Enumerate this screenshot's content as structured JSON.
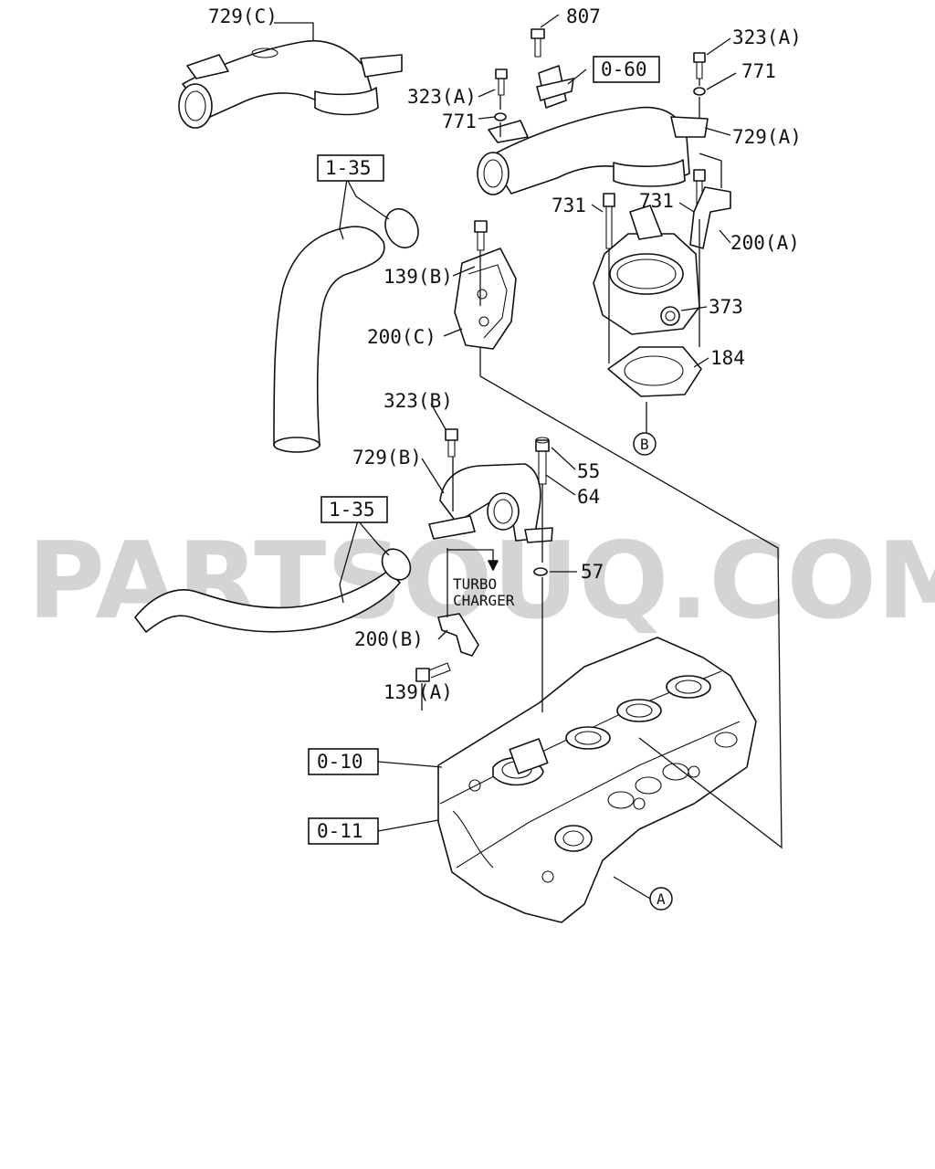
{
  "watermark": "PARTSOUQ.COM",
  "labels": {
    "p729C": "729(C)",
    "p807": "807",
    "r060": "0-60",
    "p323A_right": "323(A)",
    "p771_right": "771",
    "p323A_left": "323(A)",
    "p771_left": "771",
    "p729A": "729(A)",
    "r135_top": "1-35",
    "p731_left": "731",
    "p731_right": "731",
    "p200A": "200(A)",
    "p139B": "139(B)",
    "p373": "373",
    "p200C": "200(C)",
    "p184": "184",
    "callout_B": "B",
    "p323B": "323(B)",
    "p729B": "729(B)",
    "p55": "55",
    "p64": "64",
    "r135_mid": "1-35",
    "p57": "57",
    "turbo_line1": "TURBO",
    "turbo_line2": "CHARGER",
    "p200B": "200(B)",
    "p139A": "139(A)",
    "r010": "0-10",
    "r011": "0-11",
    "callout_A": "A"
  }
}
